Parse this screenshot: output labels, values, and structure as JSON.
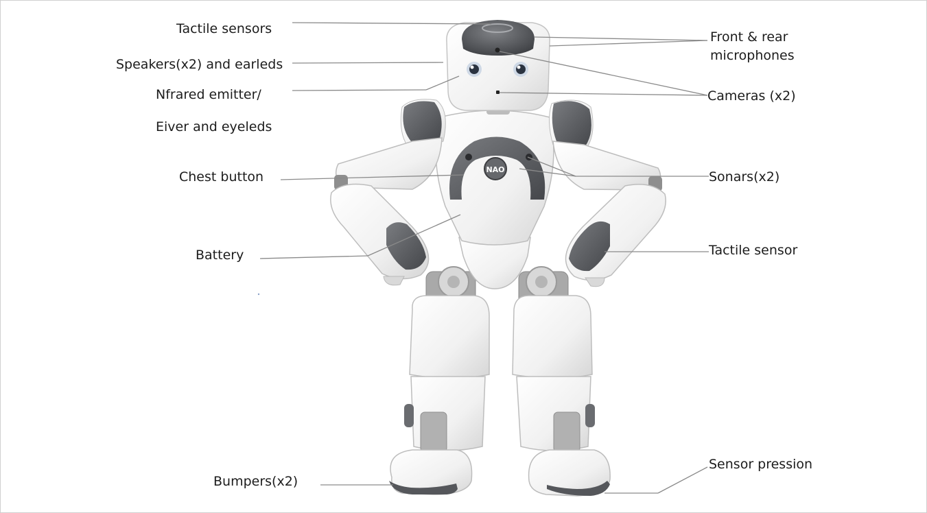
{
  "figure": {
    "brand_text": "NAO",
    "colors": {
      "shell": "#f3f3f3",
      "shell_shade": "#d9d9d9",
      "outline": "#bdbdbd",
      "dark_panel": "#55575b",
      "mechanical": "#9c9c9c",
      "leader_line": "#8a8a8a",
      "eye": "#2b3340",
      "eye_ring": "#cfd9e6"
    },
    "labels": {
      "tactile_sensors": "Tactile sensors",
      "speakers": "Speakers(x2) and earleds",
      "infrared_1": "Nfrared emitter/",
      "infrared_2": "Eiver and eyeleds",
      "chest_button": "Chest button",
      "battery": "Battery",
      "bumpers": "Bumpers(x2)",
      "microphones_1": "Front & rear",
      "microphones_2": "microphones",
      "cameras": "Cameras (x2)",
      "sonars": "Sonars(x2)",
      "tactile_sensor": "Tactile sensor",
      "sensor_pression": "Sensor pression"
    }
  }
}
